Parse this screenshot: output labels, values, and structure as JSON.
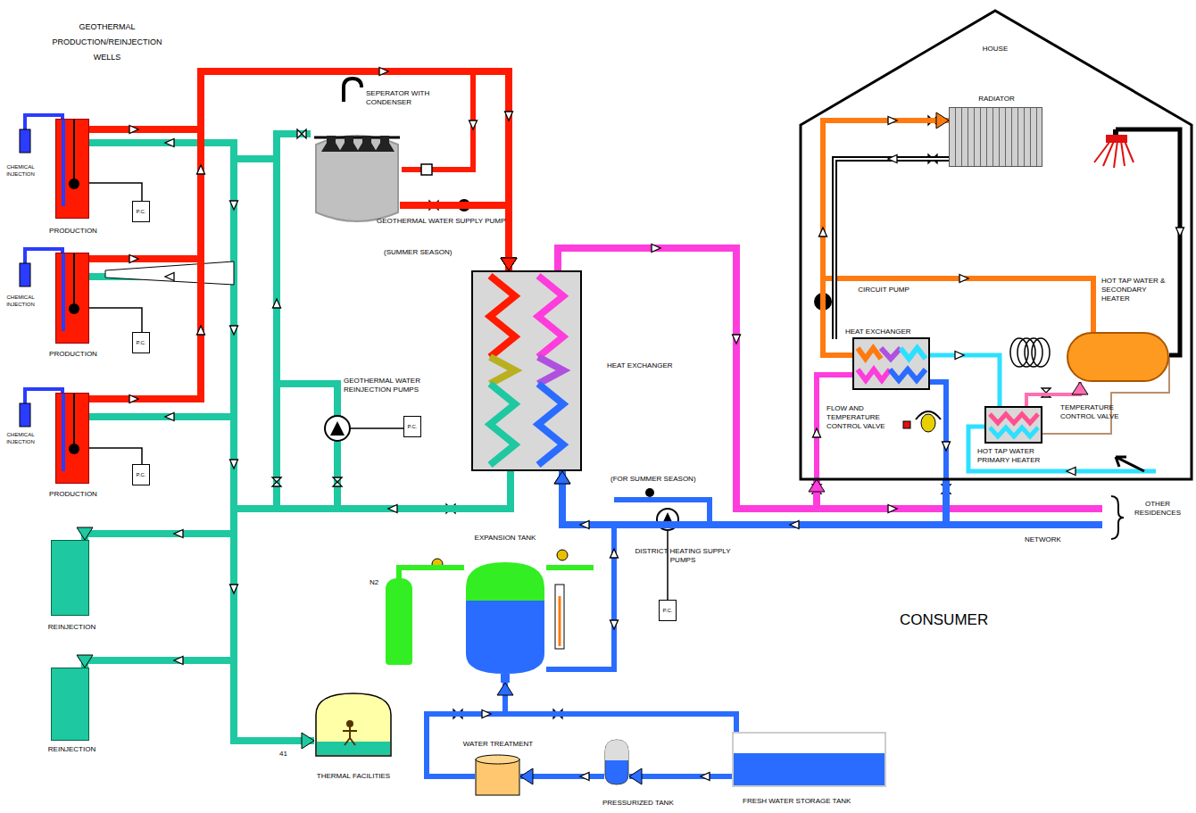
{
  "diagram": {
    "nodes": [
      {
        "text": [
          "PRODUCTION"
        ]
      },
      {
        "text": [
          "PRODUCTION"
        ]
      },
      {
        "text": [
          "PRODUCTION"
        ]
      },
      {
        "text": [
          "REINJECTION"
        ]
      },
      {
        "text": [
          "REINJECTION"
        ]
      },
      {
        "text": [
          "SEPERATOR WITH CONDENSER"
        ]
      },
      {
        "text": [
          "HEAT EXCHANGER"
        ]
      },
      {
        "text": [
          "EXPANSION TANK"
        ]
      },
      {
        "text": [
          "N2"
        ]
      },
      {
        "text": [
          "THERMAL FACILITIES"
        ]
      },
      {
        "text": [
          "WATER TREATMENT"
        ]
      },
      {
        "text": [
          "PRESSURIZED TANK"
        ]
      },
      {
        "text": [
          "FRESH WATER STORAGE TANK"
        ]
      },
      {
        "text": [
          "HOUSE"
        ]
      },
      {
        "text": [
          "RADIATOR"
        ],
        "in": 13
      },
      {
        "text": [
          "HEAT EXCHANGER"
        ],
        "in": 13
      },
      {
        "text": [
          "HOT TAP WATER & SECONDARY HEATER"
        ],
        "in": 13
      },
      {
        "text": [
          "HOT TAP WATER PRIMARY HEATER"
        ],
        "in": 13
      }
    ],
    "edges": [
      {
        "from": 0,
        "to": 6,
        "arrow": "to"
      },
      {
        "from": 1,
        "to": 6,
        "arrow": "to"
      },
      {
        "from": 2,
        "to": 6,
        "arrow": "to"
      },
      {
        "from": 5,
        "to": 6,
        "arrow": "to"
      },
      {
        "from": 6,
        "to": 3,
        "arrow": "to"
      },
      {
        "from": 6,
        "to": 4,
        "arrow": "to"
      },
      {
        "from": 6,
        "to": 9,
        "arrow": "to"
      },
      {
        "from": 6,
        "to": 13,
        "arrow": "to"
      },
      {
        "from": 13,
        "to": 6,
        "arrow": "to"
      },
      {
        "from": 7,
        "to": 6,
        "arrow": "to"
      },
      {
        "from": 12,
        "to": 11,
        "arrow": "to"
      },
      {
        "from": 11,
        "to": 10,
        "arrow": "to"
      },
      {
        "from": 10,
        "to": 7,
        "arrow": "to"
      },
      {
        "from": 8,
        "to": 7,
        "arrow": "none"
      },
      {
        "from": 15,
        "to": 14,
        "arrow": "to"
      },
      {
        "from": 17,
        "to": 16,
        "arrow": "to"
      }
    ],
    "labels": [
      "GEOTHERMAL PRODUCTION/REINJECTION WELLS",
      "CHEMICAL INJECTION",
      "P.C.",
      "CHEMICAL INJECTION",
      "P.C.",
      "CHEMICAL INJECTION",
      "P.C.",
      "GEOTHERMAL WATER SUPPLY PUMP",
      "(SUMMER SEASON)",
      "GEOTHERMAL WATER REINJECTION PUMPS",
      "P.C.",
      "CIRCUIT PUMP",
      "FLOW AND TEMPERATURE CONTROL VALVE",
      "TEMPERATURE CONTROL VALVE",
      "(FOR SUMMER SEASON)",
      "DISTRICT HEATING SUPPLY PUMPS",
      "P.C.",
      "OTHER RESIDENCES",
      "NETWORK",
      "CONSUMER",
      "41"
    ]
  }
}
